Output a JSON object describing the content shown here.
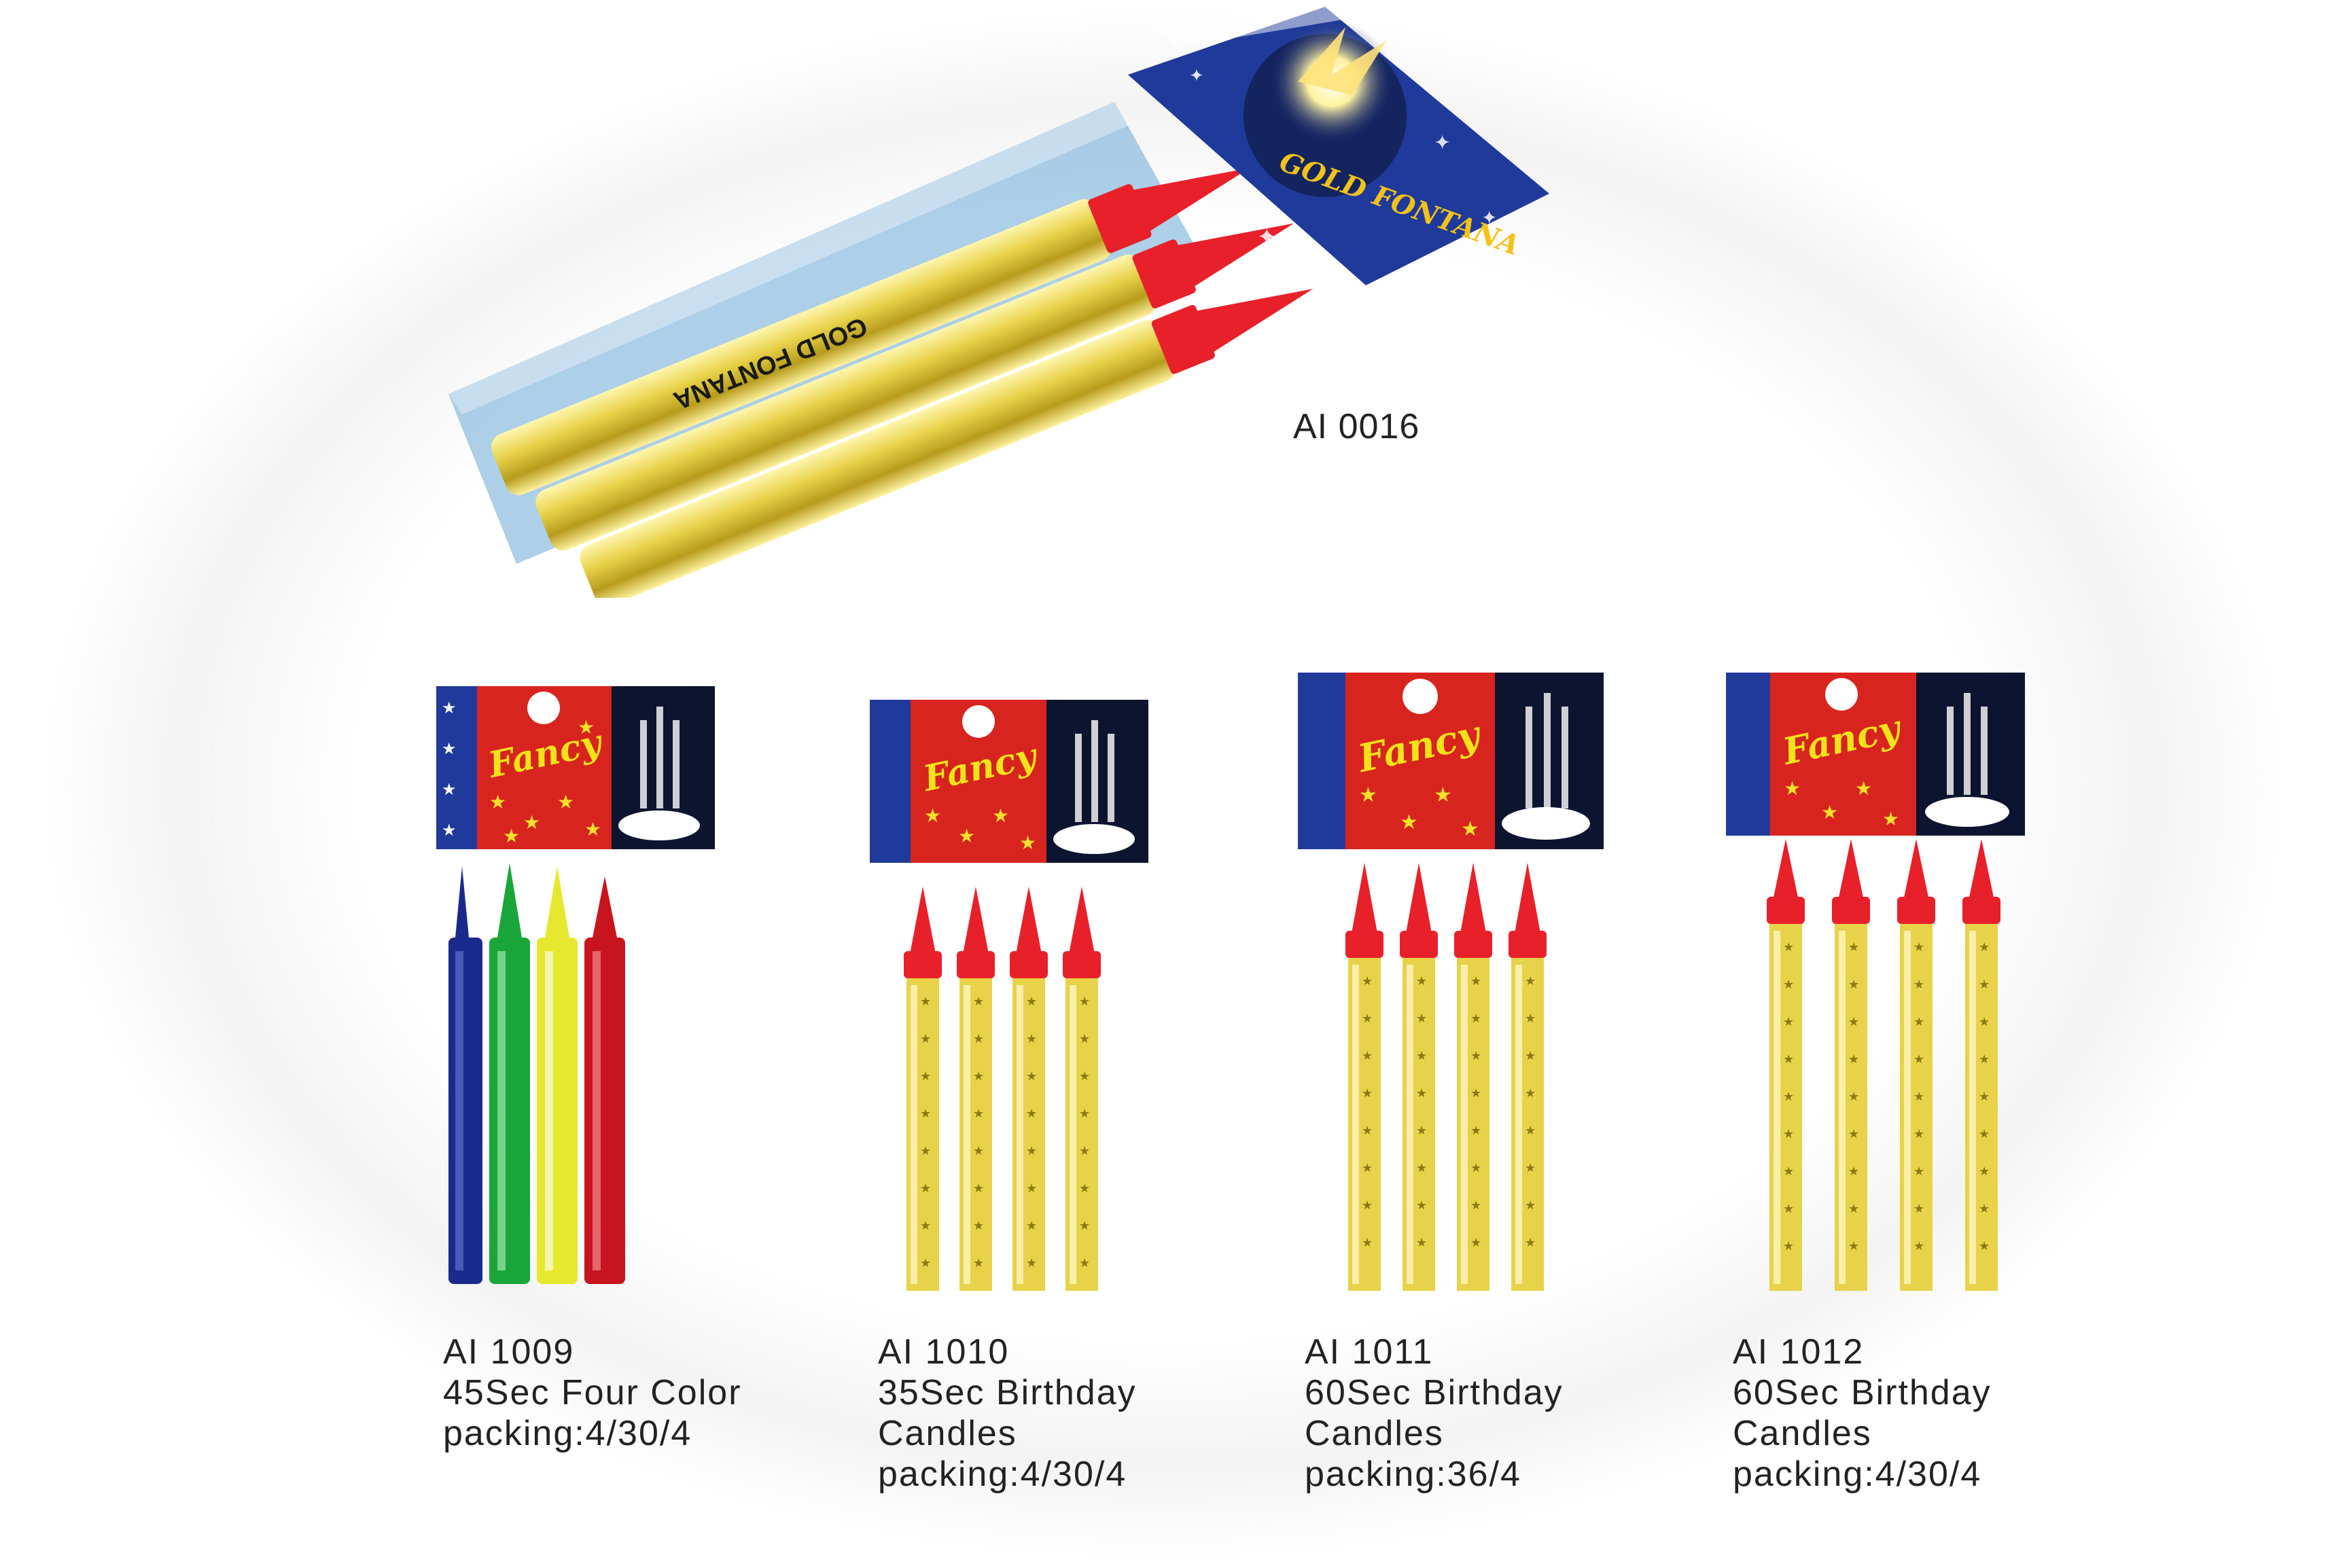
{
  "colors": {
    "background": "#ffffff",
    "gold": "#e8d24a",
    "gold_dark": "#8a7a12",
    "cap_red": "#e8202a",
    "card_blue": "#1f3a9a",
    "card_red": "#d8241e",
    "blue_candle": "#1a2a8c",
    "green_candle": "#1aa63a",
    "yellow_candle": "#e6e830",
    "red_candle": "#c8141e"
  },
  "featured": {
    "code": "AI 0016",
    "card_logo": "GOLD FONTANA",
    "tube_print": "GOLD FONTANA"
  },
  "card_logo": "Fancy",
  "products": [
    {
      "code": "AI 1009",
      "name": "45Sec Four Color",
      "packing": "packing:4/30/4",
      "candle_colors": [
        "#1a2a8c",
        "#1aa63a",
        "#e6e830",
        "#c8141e"
      ]
    },
    {
      "code": "AI 1010",
      "name_line1": "35Sec Birthday",
      "name_line2": "Candles",
      "packing": "packing:4/30/4"
    },
    {
      "code": "AI 1011",
      "name_line1": "60Sec Birthday",
      "name_line2": "Candles",
      "packing": "packing:36/4"
    },
    {
      "code": "AI 1012",
      "name_line1": "60Sec Birthday",
      "name_line2": "Candles",
      "packing": "packing:4/30/4"
    }
  ]
}
